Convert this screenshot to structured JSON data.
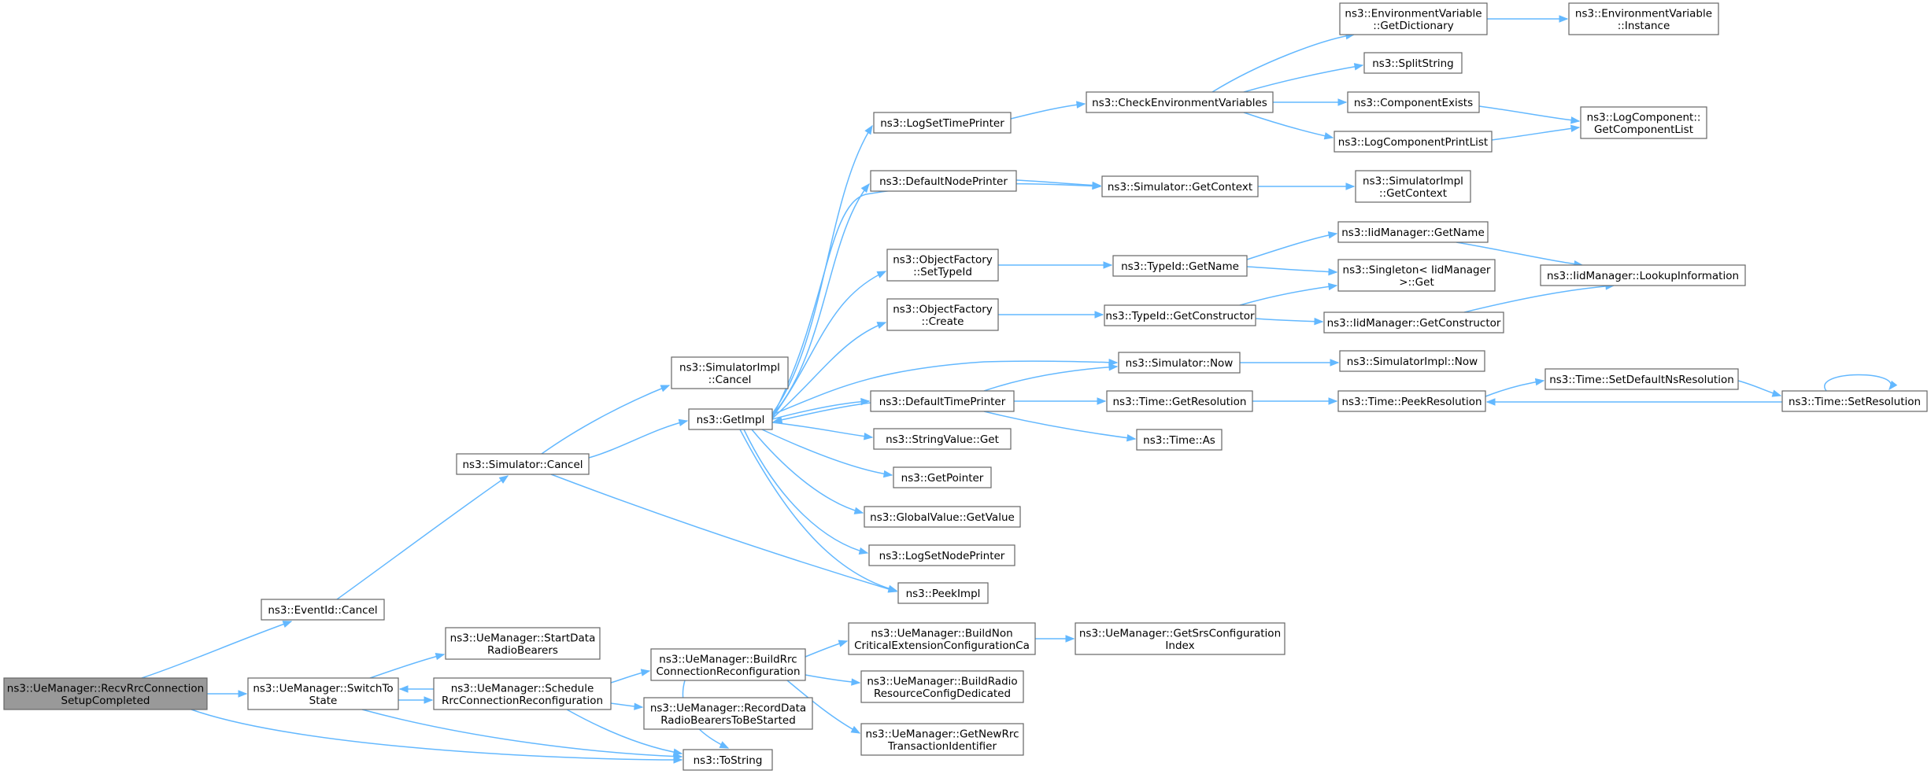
{
  "diagram": {
    "colors": {
      "edge": "#63b8ff",
      "node_border": "#666666",
      "root_fill": "#999999",
      "node_fill": "#ffffff"
    },
    "nodes": [
      {
        "id": "root",
        "lines": [
          "ns3::UeManager::RecvRrcConnection",
          "SetupCompleted"
        ],
        "root": true
      },
      {
        "id": "eventid_cancel",
        "lines": [
          "ns3::EventId::Cancel"
        ]
      },
      {
        "id": "switchto",
        "lines": [
          "ns3::UeManager::SwitchTo",
          "State"
        ]
      },
      {
        "id": "tostring",
        "lines": [
          "ns3::ToString"
        ]
      },
      {
        "id": "sim_cancel",
        "lines": [
          "ns3::Simulator::Cancel"
        ]
      },
      {
        "id": "simimpl_cancel",
        "lines": [
          "ns3::SimulatorImpl",
          "::Cancel"
        ]
      },
      {
        "id": "getimpl",
        "lines": [
          "ns3::GetImpl"
        ]
      },
      {
        "id": "peekimpl",
        "lines": [
          "ns3::PeekImpl"
        ]
      },
      {
        "id": "startdata",
        "lines": [
          "ns3::UeManager::StartData",
          "RadioBearers"
        ]
      },
      {
        "id": "schedule",
        "lines": [
          "ns3::UeManager::Schedule",
          "RrcConnectionReconfiguration"
        ]
      },
      {
        "id": "buildrrc",
        "lines": [
          "ns3::UeManager::BuildRrc",
          "ConnectionReconfiguration"
        ]
      },
      {
        "id": "recorddata",
        "lines": [
          "ns3::UeManager::RecordData",
          "RadioBearersToBeStarted"
        ]
      },
      {
        "id": "buildnoncrit",
        "lines": [
          "ns3::UeManager::BuildNon",
          "CriticalExtensionConfigurationCa"
        ]
      },
      {
        "id": "buildradio",
        "lines": [
          "ns3::UeManager::BuildRadio",
          "ResourceConfigDedicated"
        ]
      },
      {
        "id": "getnewrrc",
        "lines": [
          "ns3::UeManager::GetNewRrc",
          "TransactionIdentifier"
        ]
      },
      {
        "id": "getsrs",
        "lines": [
          "ns3::UeManager::GetSrsConfiguration",
          "Index"
        ]
      },
      {
        "id": "logsettime",
        "lines": [
          "ns3::LogSetTimePrinter"
        ]
      },
      {
        "id": "defnodeprinter",
        "lines": [
          "ns3::DefaultNodePrinter"
        ]
      },
      {
        "id": "objfact_settypeid",
        "lines": [
          "ns3::ObjectFactory",
          "::SetTypeId"
        ]
      },
      {
        "id": "objfact_create",
        "lines": [
          "ns3::ObjectFactory",
          "::Create"
        ]
      },
      {
        "id": "deftimeprinter",
        "lines": [
          "ns3::DefaultTimePrinter"
        ]
      },
      {
        "id": "stringvalue_get",
        "lines": [
          "ns3::StringValue::Get"
        ]
      },
      {
        "id": "getpointer",
        "lines": [
          "ns3::GetPointer"
        ]
      },
      {
        "id": "globalvalue_getvalue",
        "lines": [
          "ns3::GlobalValue::GetValue"
        ]
      },
      {
        "id": "logsetnodeprinter",
        "lines": [
          "ns3::LogSetNodePrinter"
        ]
      },
      {
        "id": "checkenv",
        "lines": [
          "ns3::CheckEnvironmentVariables"
        ]
      },
      {
        "id": "sim_getcontext",
        "lines": [
          "ns3::Simulator::GetContext"
        ]
      },
      {
        "id": "typeid_getname",
        "lines": [
          "ns3::TypeId::GetName"
        ]
      },
      {
        "id": "typeid_getconstructor",
        "lines": [
          "ns3::TypeId::GetConstructor"
        ]
      },
      {
        "id": "sim_now",
        "lines": [
          "ns3::Simulator::Now"
        ]
      },
      {
        "id": "time_getresolution",
        "lines": [
          "ns3::Time::GetResolution"
        ]
      },
      {
        "id": "time_as",
        "lines": [
          "ns3::Time::As"
        ]
      },
      {
        "id": "envvar_getdict",
        "lines": [
          "ns3::EnvironmentVariable",
          "::GetDictionary"
        ]
      },
      {
        "id": "splitstring",
        "lines": [
          "ns3::SplitString"
        ]
      },
      {
        "id": "componentexists",
        "lines": [
          "ns3::ComponentExists"
        ]
      },
      {
        "id": "logcompprintlist",
        "lines": [
          "ns3::LogComponentPrintList"
        ]
      },
      {
        "id": "simimpl_getcontext",
        "lines": [
          "ns3::SimulatorImpl",
          "::GetContext"
        ]
      },
      {
        "id": "iid_getname",
        "lines": [
          "ns3::IidManager::GetName"
        ]
      },
      {
        "id": "singleton_get",
        "lines": [
          "ns3::Singleton< IidManager",
          " >::Get"
        ]
      },
      {
        "id": "iid_getconstructor",
        "lines": [
          "ns3::IidManager::GetConstructor"
        ]
      },
      {
        "id": "simimpl_now",
        "lines": [
          "ns3::SimulatorImpl::Now"
        ]
      },
      {
        "id": "time_peekres",
        "lines": [
          "ns3::Time::PeekResolution"
        ]
      },
      {
        "id": "envvar_instance",
        "lines": [
          "ns3::EnvironmentVariable",
          "::Instance"
        ]
      },
      {
        "id": "logcomp_getlist",
        "lines": [
          "ns3::LogComponent::",
          "GetComponentList"
        ]
      },
      {
        "id": "iid_lookup",
        "lines": [
          "ns3::IidManager::LookupInformation"
        ]
      },
      {
        "id": "time_setdefaultns",
        "lines": [
          "ns3::Time::SetDefaultNsResolution"
        ]
      },
      {
        "id": "time_setres",
        "lines": [
          "ns3::Time::SetResolution"
        ]
      }
    ]
  }
}
